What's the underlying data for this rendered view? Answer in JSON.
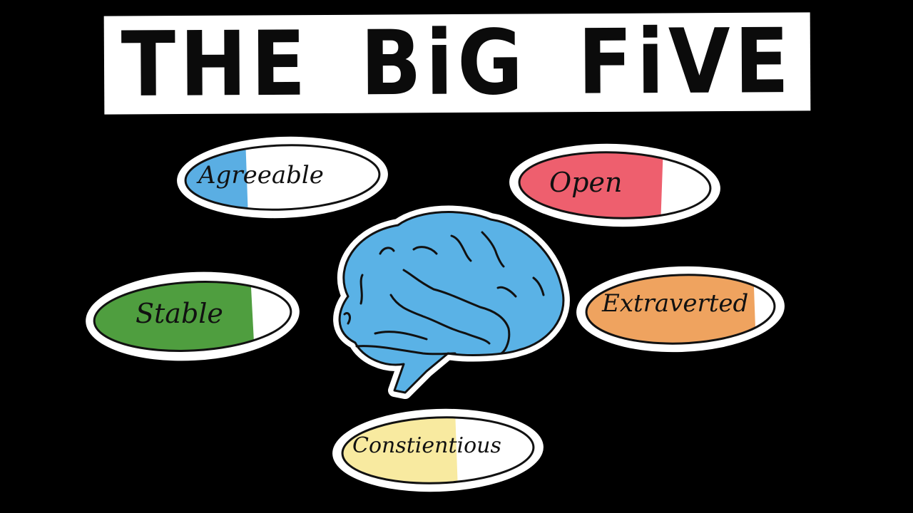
{
  "title": "THE BiG FiVE",
  "traits": [
    {
      "id": "agreeable",
      "label": "Agreeable",
      "color": "#5aaee3",
      "fill_percent": 28
    },
    {
      "id": "open",
      "label": "Open",
      "color": "#ee5f6e",
      "fill_percent": 73
    },
    {
      "id": "stable",
      "label": "Stable",
      "color": "#4f9e3f",
      "fill_percent": 76
    },
    {
      "id": "extraverted",
      "label": "Extraverted",
      "color": "#efa35f",
      "fill_percent": 84
    },
    {
      "id": "conscientious",
      "label": "Constientious",
      "color": "#f8eaa0",
      "fill_percent": 58
    }
  ],
  "center_image": {
    "name": "brain",
    "color": "#5ab2e6"
  }
}
